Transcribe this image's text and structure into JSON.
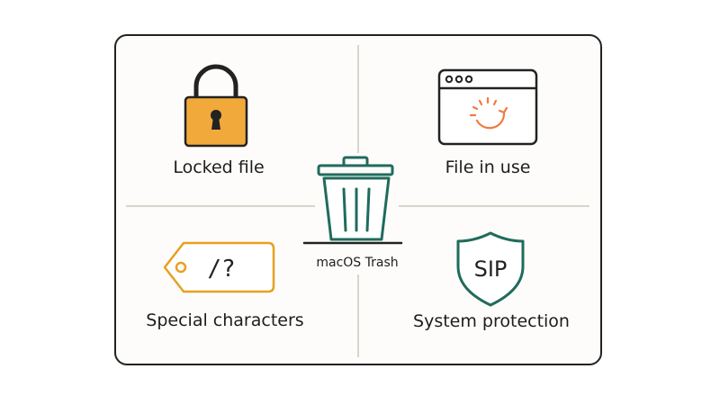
{
  "quadrants": {
    "top_left": {
      "label": "Locked file",
      "icon": "padlock-icon"
    },
    "top_right": {
      "label": "File in use",
      "icon": "app-window-loading-icon"
    },
    "bottom_left": {
      "label": "Special characters",
      "icon": "tag-icon",
      "tag_text": "/?"
    },
    "bottom_right": {
      "label": "System protection",
      "icon": "shield-icon",
      "shield_text": "SIP"
    }
  },
  "center": {
    "label": "macOS Trash",
    "icon": "trash-can-icon"
  },
  "colors": {
    "outline": "#222222",
    "lock_fill": "#f2a93b",
    "tag_stroke": "#e8a020",
    "refresh_accent": "#f07b3f",
    "trash_green": "#1f6b5c",
    "divider": "#d8d4cc"
  }
}
